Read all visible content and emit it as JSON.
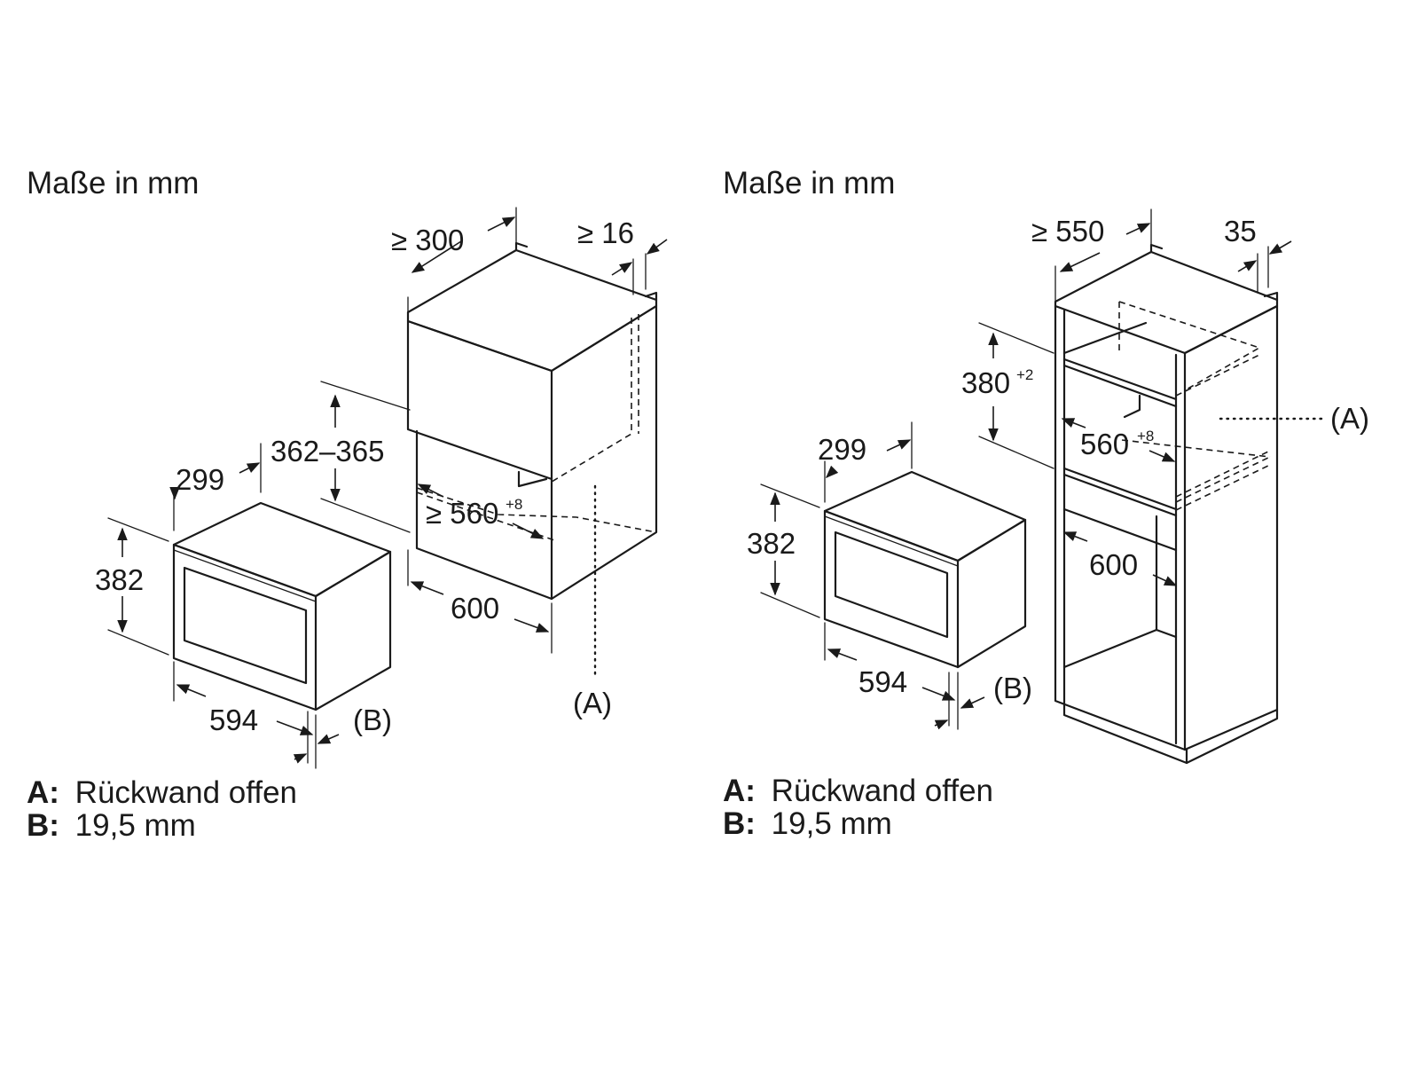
{
  "left": {
    "title": "Maße in mm",
    "dims": {
      "d300": "≥ 300",
      "d16": "≥ 16",
      "d362": "362–365",
      "d299": "299",
      "d382": "382",
      "d560": "≥ 560",
      "d560_tol": "+8",
      "d600": "600",
      "d594": "594"
    },
    "labels": {
      "a": "(A)",
      "b": "(B)"
    },
    "legend": [
      {
        "key": "A:",
        "text": "Rückwand offen"
      },
      {
        "key": "B:",
        "text": "19,5 mm"
      }
    ]
  },
  "right": {
    "title": "Maße in mm",
    "dims": {
      "d550": "≥ 550",
      "d35": "35",
      "d380": "380",
      "d380_tol": "+2",
      "d299": "299",
      "d382": "382",
      "d560": "560",
      "d560_tol": "+8",
      "d600": "600",
      "d594": "594"
    },
    "labels": {
      "a": "(A)",
      "b": "(B)"
    },
    "legend": [
      {
        "key": "A:",
        "text": "Rückwand offen"
      },
      {
        "key": "B:",
        "text": "19,5 mm"
      }
    ]
  }
}
